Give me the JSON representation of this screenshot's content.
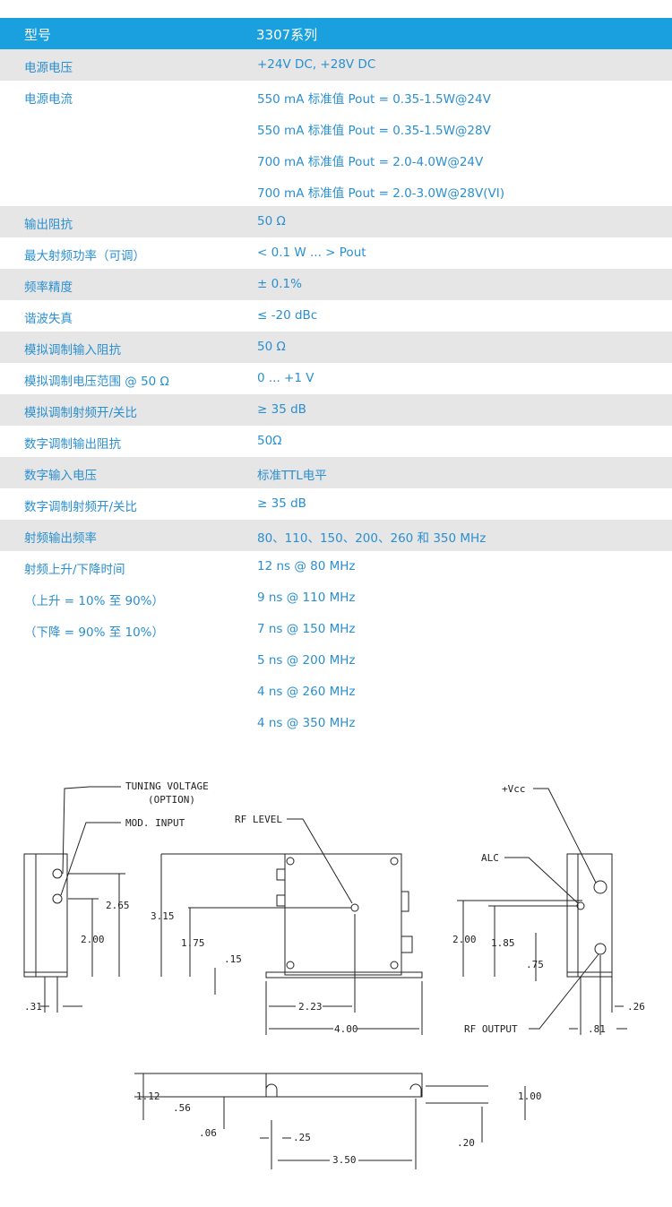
{
  "table": {
    "header": {
      "label": "型号",
      "value": "3307系列"
    },
    "rows": [
      {
        "label": "电源电压",
        "values": [
          "+24V DC, +28V DC"
        ],
        "shade": true
      },
      {
        "label": "电源电流",
        "values": [
          "550 mA 标准值 Pout = 0.35-1.5W@24V",
          "550 mA 标准值 Pout = 0.35-1.5W@28V",
          "700 mA 标准值 Pout = 2.0-4.0W@24V",
          "700 mA 标准值 Pout = 2.0-3.0W@28V(VI)"
        ],
        "shade": false
      },
      {
        "label": "输出阻抗",
        "values": [
          "50 Ω"
        ],
        "shade": true
      },
      {
        "label": "最大射频功率（可调）",
        "values": [
          "< 0.1 W ... > Pout"
        ],
        "shade": false
      },
      {
        "label": "频率精度",
        "values": [
          "± 0.1%"
        ],
        "shade": true
      },
      {
        "label": "谐波失真",
        "values": [
          "≤ -20 dBc"
        ],
        "shade": false
      },
      {
        "label": "模拟调制输入阻抗",
        "values": [
          "50 Ω"
        ],
        "shade": true
      },
      {
        "label": "模拟调制电压范围 @ 50 Ω",
        "values": [
          "0 ... +1 V"
        ],
        "shade": false
      },
      {
        "label": "模拟调制射频开/关比",
        "values": [
          "≥ 35 dB"
        ],
        "shade": true
      },
      {
        "label": "数字调制输出阻抗",
        "values": [
          "50Ω"
        ],
        "shade": false
      },
      {
        "label": "数字输入电压",
        "values": [
          "标准TTL电平"
        ],
        "shade": true
      },
      {
        "label": "数字调制射频开/关比",
        "values": [
          "≥ 35 dB"
        ],
        "shade": false
      },
      {
        "label": "射频输出频率",
        "values": [
          "80、110、150、200、260 和 350 MHz"
        ],
        "shade": true
      },
      {
        "labels": [
          "射频上升/下降时间",
          "（上升 = 10% 至 90%）",
          "（下降 = 90% 至 10%）"
        ],
        "values": [
          "12 ns @ 80 MHz",
          "9 ns  @ 110 MHz",
          "7 ns @ 150 MHz",
          "5 ns @ 200 MHz",
          "4 ns @ 260 MHz",
          "4 ns @ 350 MHz"
        ],
        "shade": false
      }
    ]
  },
  "drawing": {
    "side_view": {
      "tuning_voltage": "TUNING VOLTAGE",
      "option": "(OPTION)",
      "mod_input": "MOD. INPUT",
      "dim_265": "2.65",
      "dim_200": "2.00",
      "dim_31": ".31"
    },
    "front_view": {
      "rf_level": "RF LEVEL",
      "dim_315": "3.15",
      "dim_175": "1.75",
      "dim_15": ".15",
      "dim_223": "2.23",
      "dim_400": "4.00"
    },
    "right_view": {
      "vcc": "+Vcc",
      "alc": "ALC",
      "dim_200": "2.00",
      "dim_185": "1.85",
      "dim_75": ".75",
      "dim_26": ".26",
      "dim_81": ".81",
      "rf_output": "RF OUTPUT"
    },
    "bottom_view": {
      "dim_112": "1.12",
      "dim_56": ".56",
      "dim_06": ".06",
      "dim_25": ".25",
      "dim_350": "3.50",
      "dim_100": "1.00",
      "dim_20": ".20"
    }
  }
}
